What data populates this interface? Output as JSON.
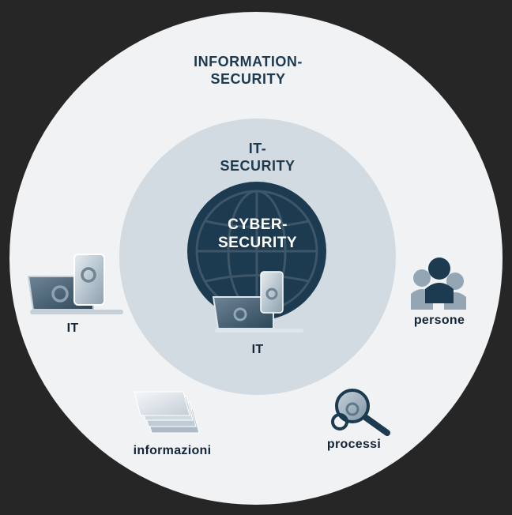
{
  "titles": {
    "information_security_line1": "INFORMATION-",
    "information_security_line2": "SECURITY",
    "it_security_line1": "IT-",
    "it_security_line2": "SECURITY",
    "cyber_security_line1": "CYBER-",
    "cyber_security_line2": "SECURITY"
  },
  "items": {
    "outer_it": "IT",
    "inner_it": "IT",
    "persone": "persone",
    "informazioni": "informazioni",
    "processi": "processi"
  },
  "icons": {
    "outer_it": "laptop-phone-gear-icon",
    "inner_it": "laptop-phone-gear-icon",
    "persone": "people-icon",
    "informazioni": "documents-stack-icon",
    "processi": "magnifier-gear-icon",
    "cyber": "globe-icon"
  },
  "colors": {
    "background": "#262626",
    "outer_circle": "#f0f2f4",
    "middle_circle": "#d2dbe2",
    "inner_circle": "#1c3a50",
    "dark_text": "#1d3a50"
  }
}
